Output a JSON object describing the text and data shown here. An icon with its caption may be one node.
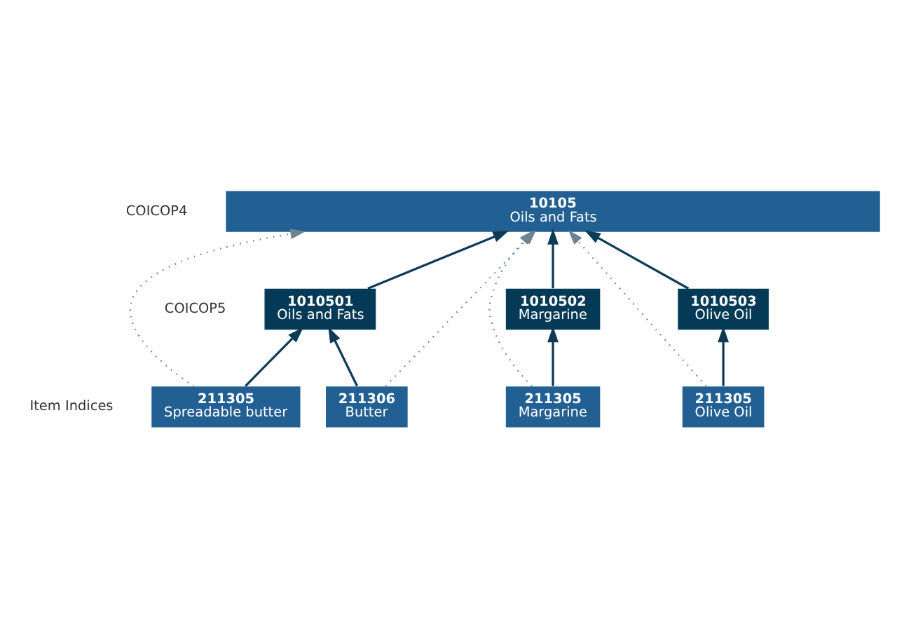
{
  "diagram": {
    "nodes": [
      {
        "text": [
          "10105",
          "Oils and Fats"
        ]
      },
      {
        "text": [
          "1010501",
          "Oils and Fats"
        ]
      },
      {
        "text": [
          "1010502",
          "Margarine"
        ]
      },
      {
        "text": [
          "1010503",
          "Olive Oil"
        ]
      },
      {
        "text": [
          "211305",
          "Spreadable butter"
        ]
      },
      {
        "text": [
          "211306",
          "Butter"
        ]
      },
      {
        "text": [
          "211305",
          "Margarine"
        ]
      },
      {
        "text": [
          "211305",
          "Olive Oil"
        ]
      }
    ],
    "edges": [
      {
        "from": 1,
        "to": 0,
        "arrow": "to"
      },
      {
        "from": 4,
        "to": 0,
        "arrow": "to",
        "style": "dashed",
        "color": "#6b8593"
      },
      {
        "from": 5,
        "to": 0,
        "arrow": "to",
        "style": "dashed",
        "color": "#6b8593"
      },
      {
        "from": 2,
        "to": 0,
        "arrow": "to"
      },
      {
        "from": 6,
        "to": 0,
        "arrow": "to",
        "style": "dashed",
        "color": "#6b8593"
      },
      {
        "from": 7,
        "to": 0,
        "arrow": "to",
        "style": "dashed",
        "color": "#6b8593"
      },
      {
        "from": 3,
        "to": 0,
        "arrow": "to"
      },
      {
        "from": 4,
        "to": 1,
        "arrow": "to"
      },
      {
        "from": 5,
        "to": 1,
        "arrow": "to"
      },
      {
        "from": 6,
        "to": 2,
        "arrow": "to"
      },
      {
        "from": 7,
        "to": 3,
        "arrow": "to"
      }
    ],
    "labels": [
      "COICOP4",
      "COICOP5",
      "Item Indices"
    ]
  }
}
